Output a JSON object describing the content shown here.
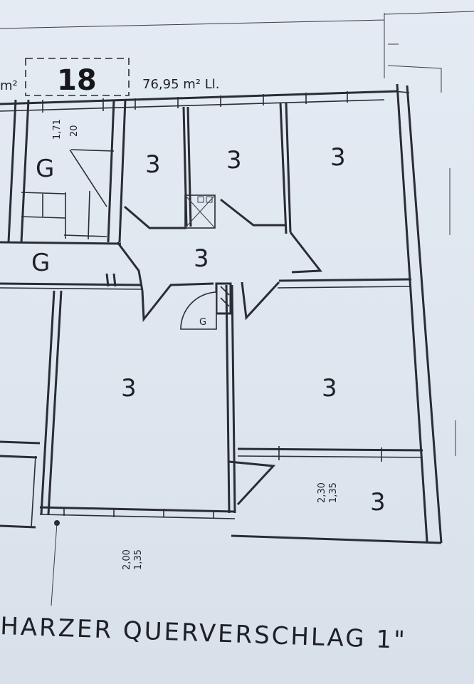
{
  "plan": {
    "unit_number": "18",
    "area_left_suffix": "m²",
    "area": "76,95 m² Ll.",
    "street_name": "HARZER QUERVERSCHLAG 1\"",
    "stair_dims": [
      "1,71",
      "20"
    ],
    "window_dims_right": [
      "2,30",
      "1,35"
    ],
    "window_dims_bottom": [
      "2,00",
      "1,35"
    ],
    "door_label": "G",
    "rooms": [
      {
        "id": "g-upper",
        "label": "G"
      },
      {
        "id": "g-lower",
        "label": "G"
      },
      {
        "id": "r-top-1",
        "label": "3"
      },
      {
        "id": "r-top-2",
        "label": "3"
      },
      {
        "id": "r-top-3",
        "label": "3"
      },
      {
        "id": "r-hall",
        "label": "3"
      },
      {
        "id": "r-living",
        "label": "3"
      },
      {
        "id": "r-right",
        "label": "3"
      },
      {
        "id": "r-balcony",
        "label": "3"
      }
    ]
  }
}
